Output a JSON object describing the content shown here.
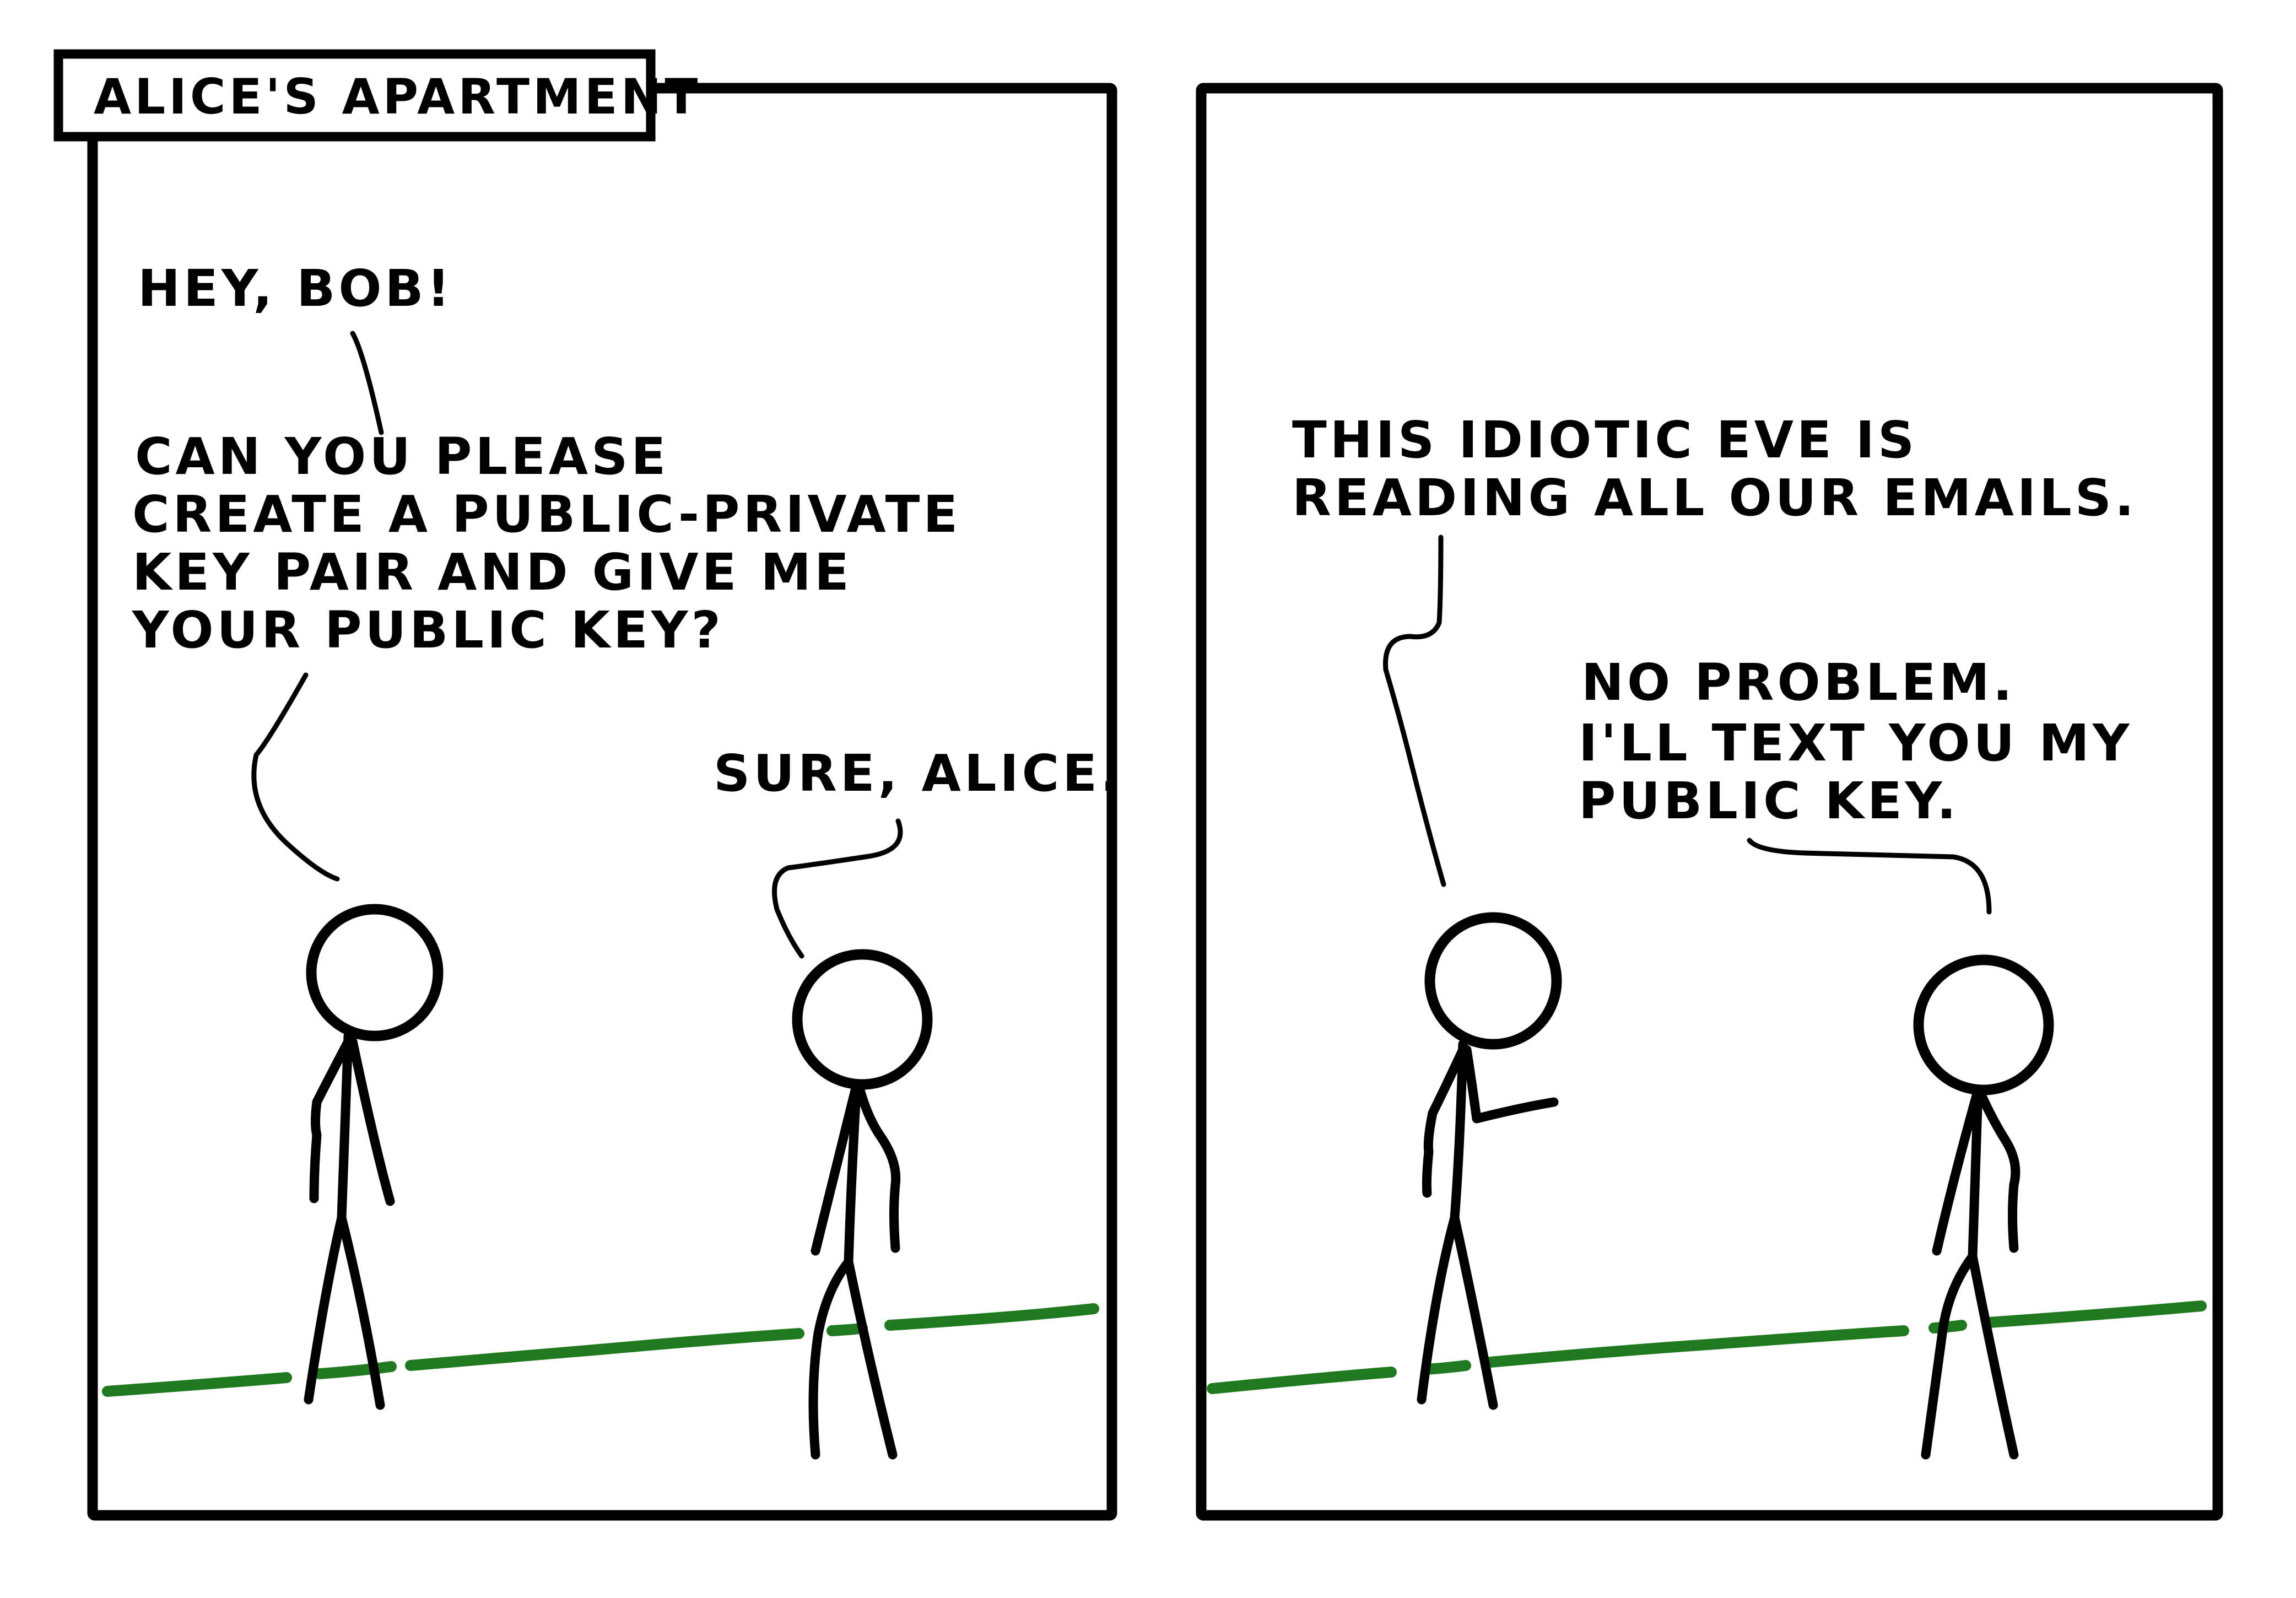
{
  "panel_1": {
    "caption": "ALICE'S APARTMENT",
    "alice_line_1": "HEY, BOB!",
    "alice_line_2": [
      "CAN YOU PLEASE",
      "CREATE A PUBLIC-PRIVATE",
      "KEY PAIR AND GIVE ME",
      "YOUR PUBLIC KEY?"
    ],
    "bob_line": "SURE, ALICE."
  },
  "panel_2": {
    "alice_line": [
      "THIS IDIOTIC EVE IS",
      "READING ALL OUR EMAILS."
    ],
    "bob_line": [
      "NO PROBLEM.",
      "I'LL TEXT YOU MY",
      "PUBLIC KEY."
    ]
  },
  "colors": {
    "ink": "#000000",
    "ground": "#1f7a1f",
    "background": "#ffffff"
  }
}
